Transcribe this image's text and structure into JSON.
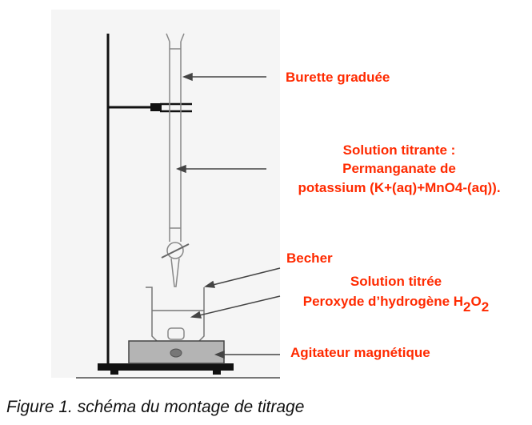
{
  "labels": {
    "burette": "Burette graduée",
    "titrant_line1": "Solution titrante :",
    "titrant_line2": "Permanganate de",
    "titrant_line3": "potassium (K+(aq)+MnO4-(aq)).",
    "becher": "Becher",
    "titre_line1": "Solution titrée",
    "titre_line2": "Peroxyde d’hydrogène H",
    "titre_sub1": "2",
    "titre_o": "O",
    "titre_sub2": "2",
    "agitateur": "Agitateur magnétique"
  },
  "caption": "Figure 1. schéma du montage de titrage",
  "colors": {
    "label": "#ff2a00"
  }
}
